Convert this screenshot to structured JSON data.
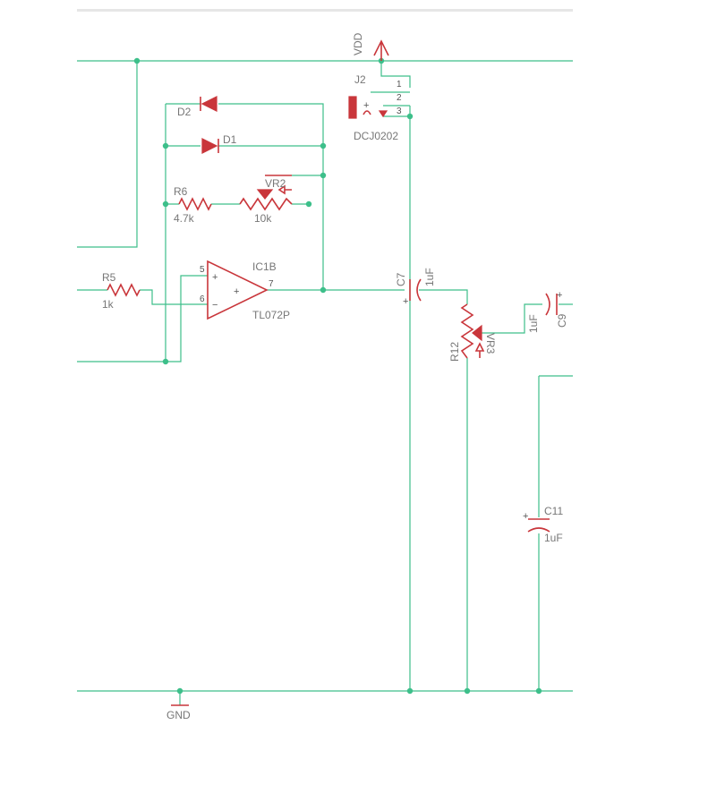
{
  "components": {
    "vdd": {
      "name": "VDD"
    },
    "gnd": {
      "name": "GND"
    },
    "j2": {
      "ref": "J2",
      "value": "DCJ0202",
      "pins": [
        "1",
        "2",
        "3"
      ]
    },
    "d1": {
      "ref": "D1"
    },
    "d2": {
      "ref": "D2"
    },
    "r6": {
      "ref": "R6",
      "value": "4.7k"
    },
    "vr2": {
      "ref": "VR2",
      "value": "10k"
    },
    "r5": {
      "ref": "R5",
      "value": "1k"
    },
    "ic1b": {
      "ref": "IC1B",
      "value": "TL072P",
      "pin_plus": "5",
      "pin_minus": "6",
      "pin_out": "7"
    },
    "c7": {
      "ref": "C7",
      "value": "1uF"
    },
    "r12": {
      "ref": "R12"
    },
    "vr3": {
      "ref": "VR3"
    },
    "c9": {
      "ref": "C9",
      "value": "1uF"
    },
    "c11": {
      "ref": "C11",
      "value": "1uF"
    }
  },
  "colors": {
    "wire": "#3dbf8a",
    "symbol": "#c9363b",
    "label": "#777777"
  }
}
